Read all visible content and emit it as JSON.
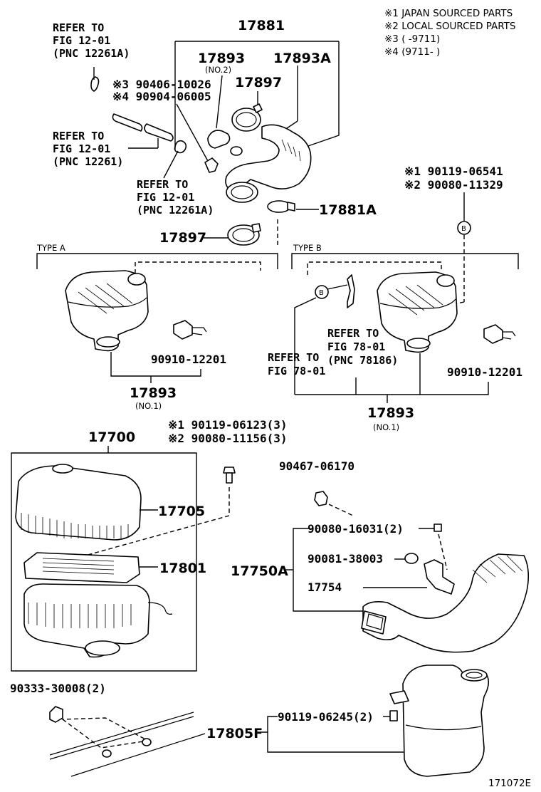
{
  "legend": {
    "line1": "※1 JAPAN SOURCED PARTS",
    "line2": "※2 LOCAL SOURCED PARTS",
    "line3": "※3 (        -9711)",
    "line4": "※4 (9711-        )"
  },
  "refs": {
    "ref1": [
      "REFER TO",
      "FIG 12-01",
      "(PNC 12261A)"
    ],
    "ref2": [
      "REFER TO",
      "FIG 12-01",
      "(PNC 12261)"
    ],
    "ref3": [
      "REFER TO",
      "FIG 12-01",
      "(PNC 12261A)"
    ],
    "ref4": [
      "REFER TO",
      "FIG 78-01",
      "(PNC 78186)"
    ],
    "ref5": [
      "REFER TO",
      "FIG 78-01"
    ]
  },
  "parts": {
    "p17881": "17881",
    "p17893_top": "17893",
    "p17893_top_note": "(NO.2)",
    "p17893A": "17893A",
    "p17897_top": "17897",
    "p90406": "※3 90406-10026",
    "p90904": "※4 90904-06005",
    "p17881A": "17881A",
    "p17897_mid": "17897",
    "p90119_06541": "※1 90119-06541",
    "p90080_11329": "※2 90080-11329",
    "type_a": "TYPE A",
    "type_b": "TYPE B",
    "p90910_a": "90910-12201",
    "p90910_b": "90910-12201",
    "p17893_a": "17893",
    "p17893_a_note": "(NO.1)",
    "p17893_b": "17893",
    "p17893_b_note": "(NO.1)",
    "p90119_06123": "※1 90119-06123(3)",
    "p90080_11156": "※2 90080-11156(3)",
    "p17700": "17700",
    "p17705": "17705",
    "p17801": "17801",
    "p90467": "90467-06170",
    "p90080_16031": "90080-16031(2)",
    "p90081": "90081-38003",
    "p17750A": "17750A",
    "p17754": "17754",
    "p90333": "90333-30008(2)",
    "p90119_06245": "90119-06245(2)",
    "p17805F": "17805F",
    "callout_b": "B"
  },
  "diagram_id": "171072E"
}
